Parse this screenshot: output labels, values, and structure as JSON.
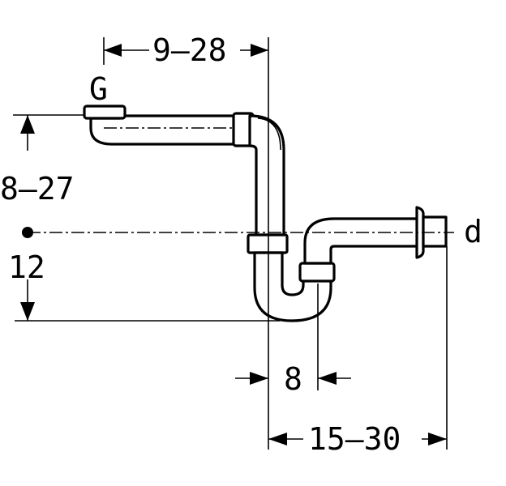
{
  "labels": {
    "connection": "G",
    "outlet": "d",
    "inlet_offset": "9–28",
    "inlet_height": "8–27",
    "seal_height": "12",
    "trap_spacing": "8",
    "outlet_reach": "15–30"
  }
}
